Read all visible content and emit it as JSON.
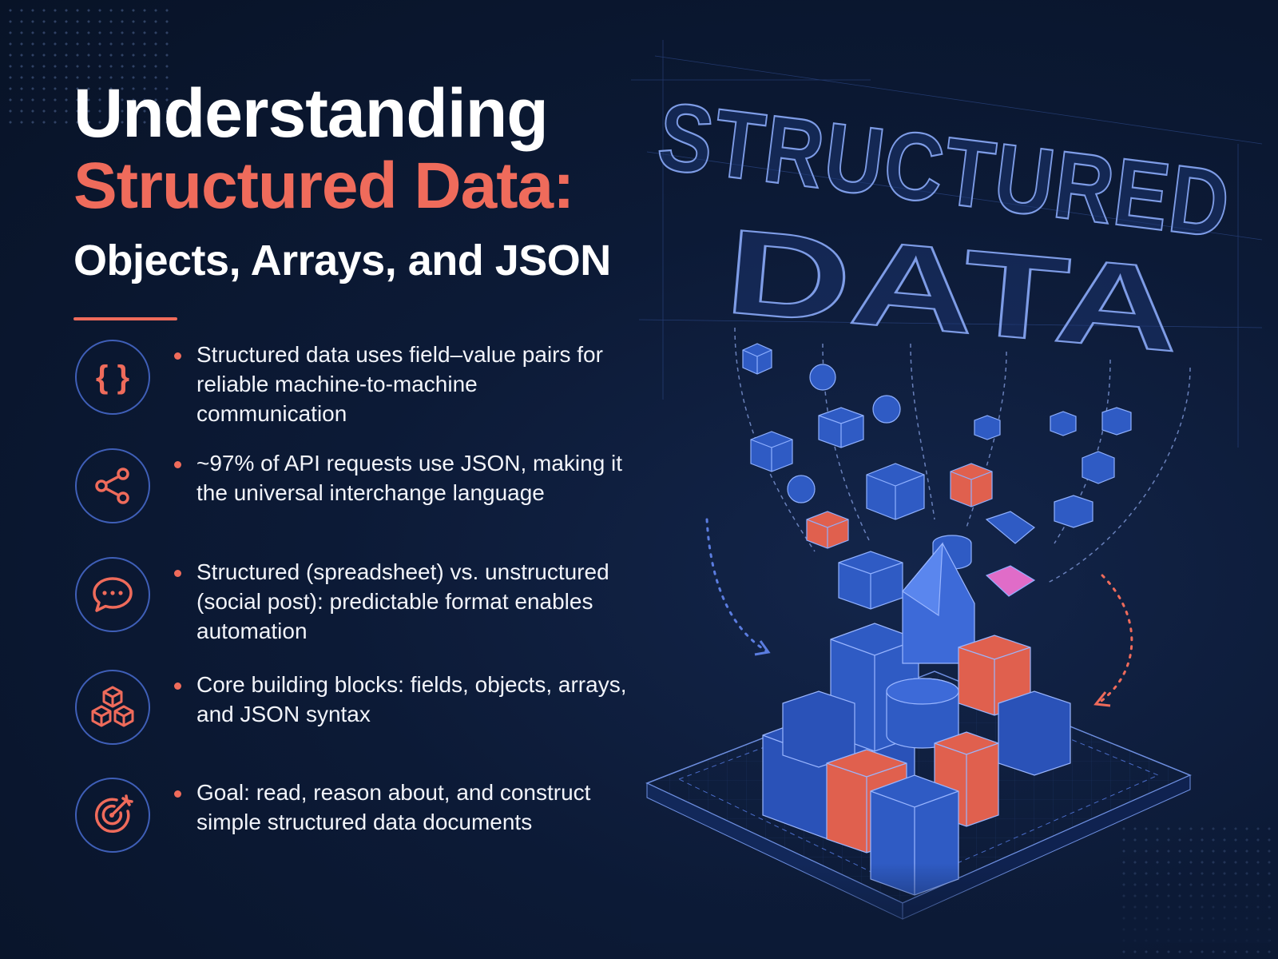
{
  "title": {
    "line1": "Understanding",
    "line2": "Structured Data:",
    "line3": "Objects, Arrays, and JSON"
  },
  "colors": {
    "accent": "#ef6b5b",
    "icon_ring": "#3f5fb8",
    "background": "#0c1a36",
    "cube_blue": "#2f5bc4",
    "cube_red": "#e0604e"
  },
  "items": [
    {
      "icon": "curly-braces-icon",
      "text": "Structured data uses field–value pairs for reliable machine-to-machine communication"
    },
    {
      "icon": "share-nodes-icon",
      "text": "~97% of API requests use JSON, making it the universal interchange language"
    },
    {
      "icon": "chat-bubble-icon",
      "text": "Structured (spreadsheet) vs. unstructured (social post): predictable format enables automation"
    },
    {
      "icon": "stacked-cubes-icon",
      "text": "Core building blocks: fields, objects, arrays, and JSON syntax"
    },
    {
      "icon": "target-arrow-icon",
      "text": "Goal: read, reason about, and construct simple structured data documents"
    }
  ],
  "illustration": {
    "word1": "STRUCTURED",
    "word2": "DATA"
  }
}
